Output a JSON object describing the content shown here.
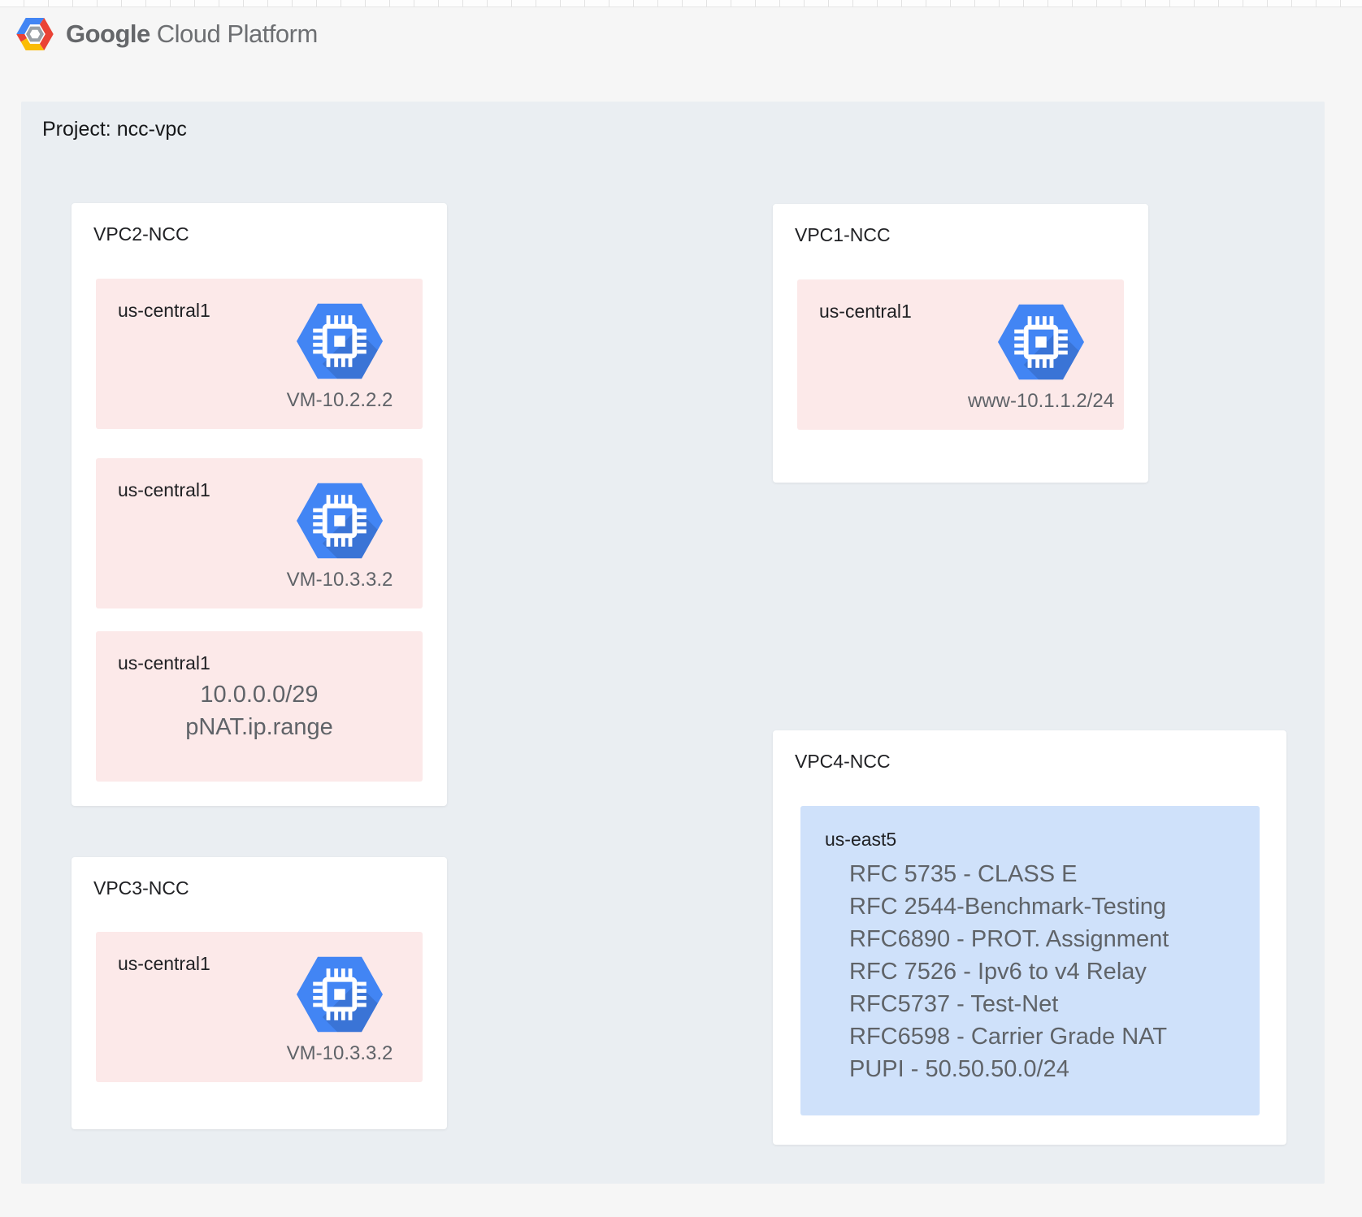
{
  "logo": {
    "google": "Google",
    "cloud_platform": "Cloud Platform"
  },
  "project": {
    "title": "Project: ncc-vpc"
  },
  "vpc2": {
    "title": "VPC2-NCC",
    "subnets": [
      {
        "region": "us-central1",
        "caption": "VM-10.2.2.2"
      },
      {
        "region": "us-central1",
        "caption": "VM-10.3.3.2"
      },
      {
        "region": "us-central1",
        "lines": [
          "10.0.0.0/29",
          "pNAT.ip.range"
        ]
      }
    ]
  },
  "vpc1": {
    "title": "VPC1-NCC",
    "subnets": [
      {
        "region": "us-central1",
        "caption": "www-10.1.1.2/24"
      }
    ]
  },
  "vpc3": {
    "title": "VPC3-NCC",
    "subnets": [
      {
        "region": "us-central1",
        "caption": "VM-10.3.3.2"
      }
    ]
  },
  "vpc4": {
    "title": "VPC4-NCC",
    "subnet": {
      "region": "us-east5",
      "lines": [
        "RFC 5735 - CLASS E",
        "RFC 2544-Benchmark-Testing",
        "RFC6890 - PROT. Assignment",
        "RFC 7526 - Ipv6 to v4 Relay",
        "RFC5737 - Test-Net",
        "RFC6598 - Carrier Grade NAT",
        "PUPI - 50.50.50.0/24"
      ]
    }
  },
  "colors": {
    "page_bg": "#f6f6f6",
    "project_bg": "#eaeef2",
    "subnet_pink": "#fce9e9",
    "subnet_blue": "#cfe1fa",
    "icon_blue": "#4285f4",
    "text_primary": "#202124",
    "text_secondary": "#5f6368"
  },
  "icons": {
    "vm": "compute-engine-icon",
    "logo": "gcp-hexagon-logo-icon"
  }
}
